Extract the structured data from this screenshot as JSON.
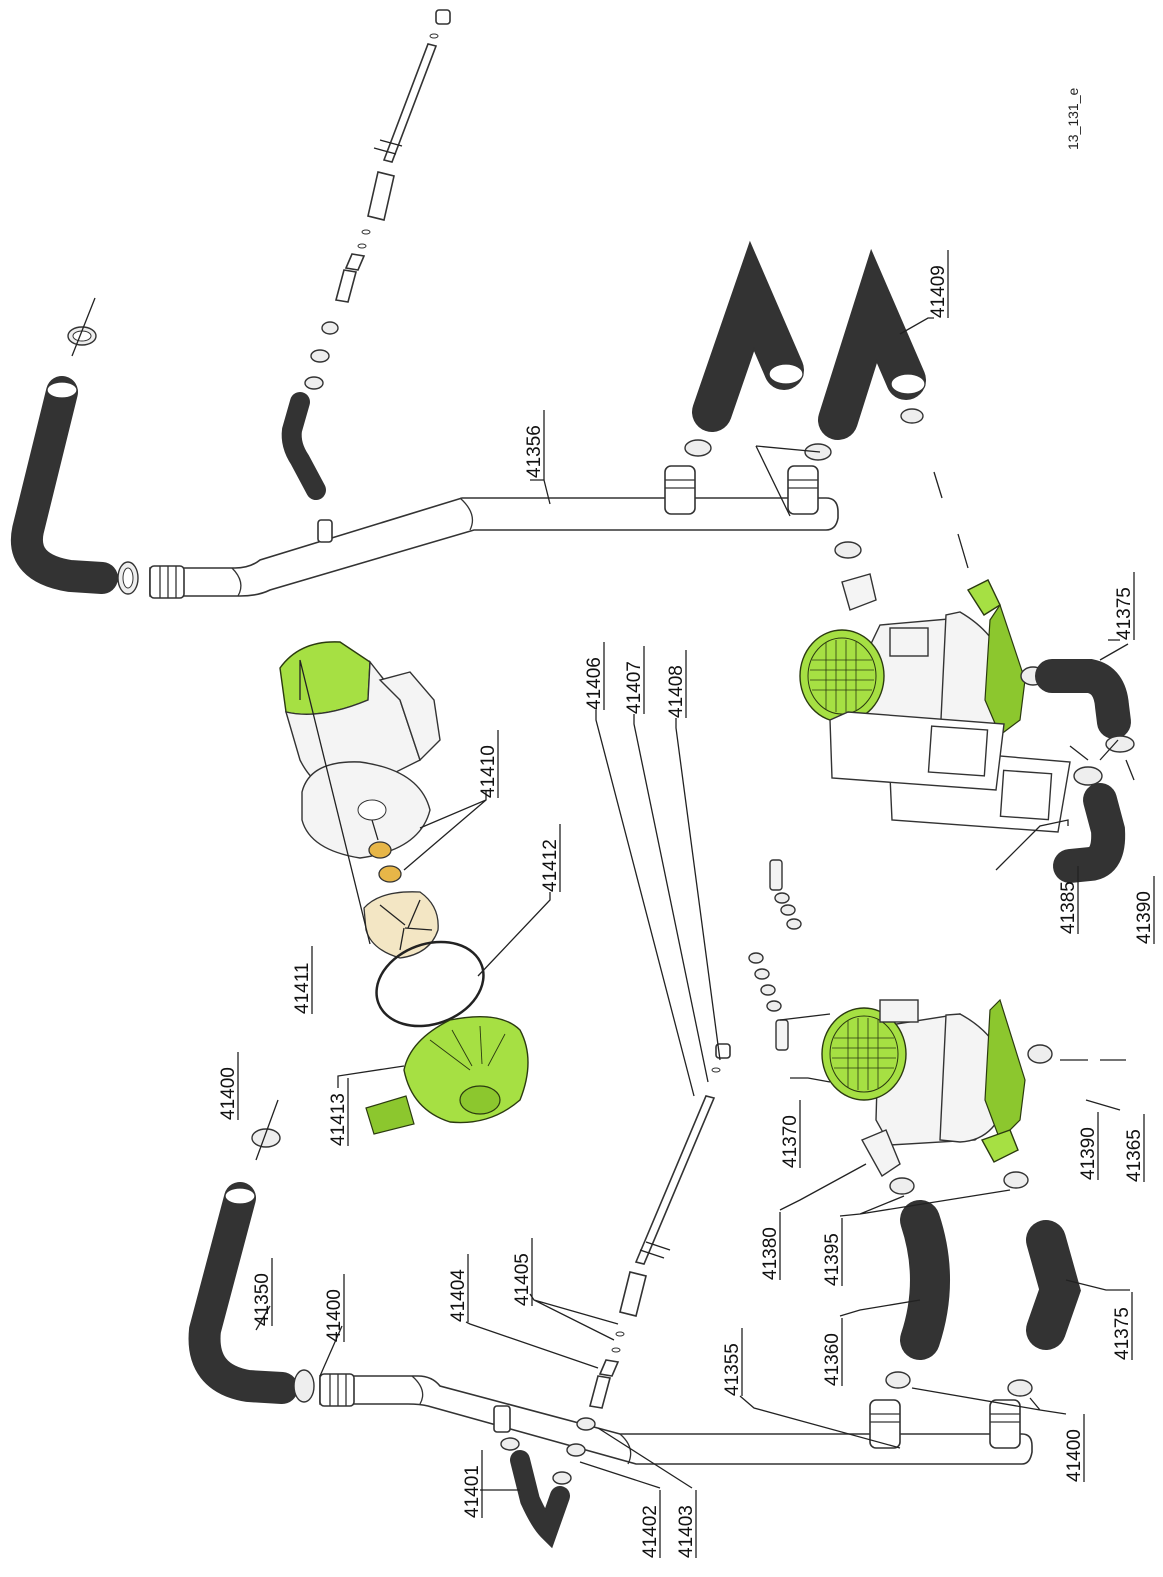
{
  "drawing_id": "13_131_e",
  "colors": {
    "accent_green": "#a6e043",
    "hose_grey": "#9a9a9a",
    "impeller_tan": "#f3e6c4",
    "bearing_gold": "#e7b648"
  },
  "labels": {
    "p41356": "41356",
    "p41409": "41409",
    "p41375_top": "41375",
    "p41410": "41410",
    "p41412": "41412",
    "p41411": "41411",
    "p41385": "41385",
    "p41390_top": "41390",
    "p41400_a": "41400",
    "p41406": "41406",
    "p41407": "41407",
    "p41408": "41408",
    "p41413": "41413",
    "p41370": "41370",
    "p41390_bottom": "41390",
    "p41365": "41365",
    "p41380": "41380",
    "p41395": "41395",
    "p41350": "41350",
    "p41400_b": "41400",
    "p41404": "41404",
    "p41405": "41405",
    "p41360": "41360",
    "p41375_bottom": "41375",
    "p41355": "41355",
    "p41400_c": "41400",
    "p41401": "41401",
    "p41402": "41402",
    "p41403": "41403"
  }
}
